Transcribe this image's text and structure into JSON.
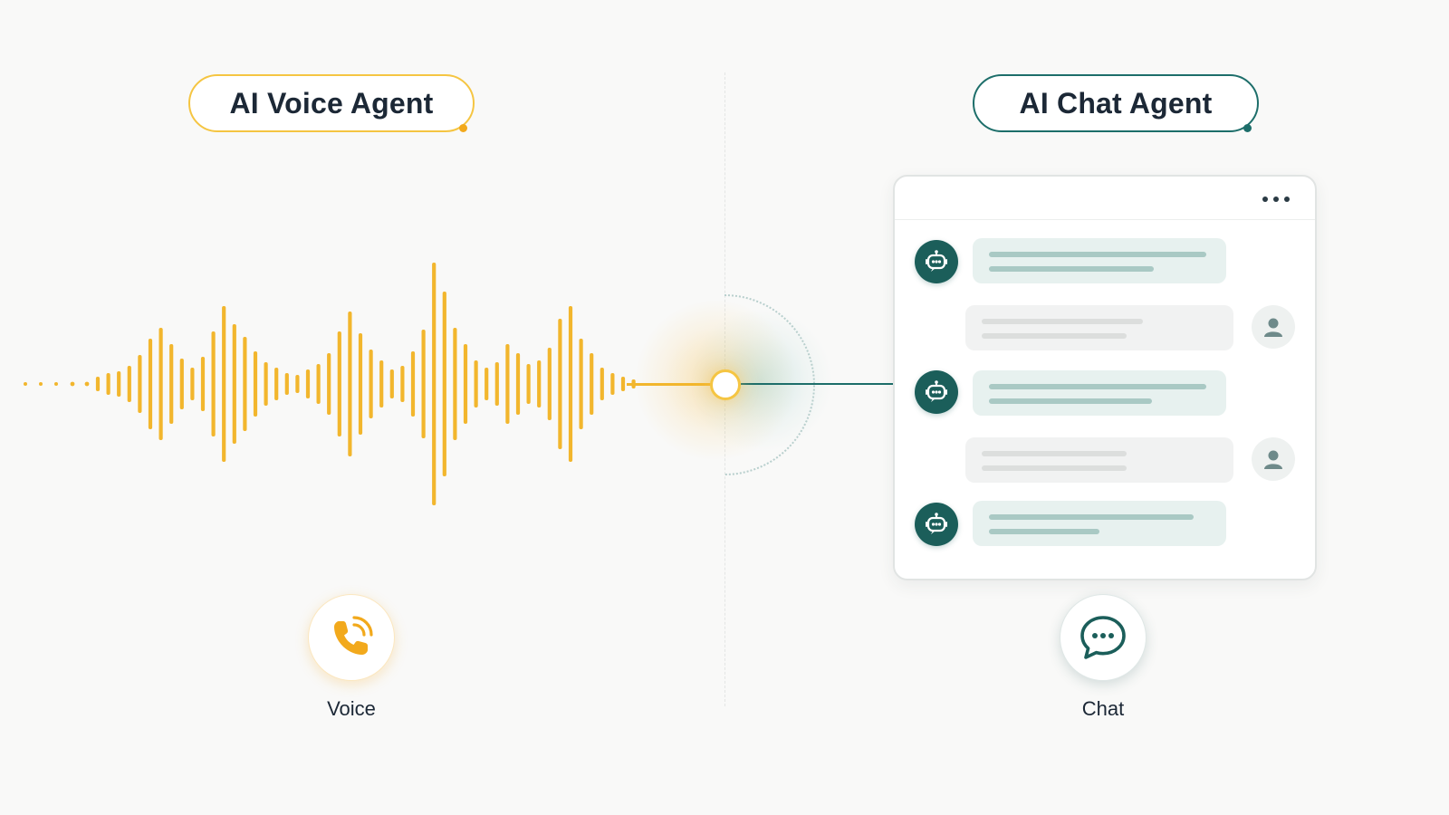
{
  "voice": {
    "title": "AI Voice Agent",
    "label": "Voice",
    "accent": "#f2b62d",
    "icon": "phone-icon"
  },
  "chat": {
    "title": "AI Chat Agent",
    "label": "Chat",
    "accent": "#1d6e6a",
    "icon": "chat-bubble-icon",
    "window": {
      "menu_icon": "more-dots-icon",
      "messages": [
        {
          "sender": "bot",
          "avatar_icon": "robot-icon"
        },
        {
          "sender": "user",
          "avatar_icon": "user-icon"
        },
        {
          "sender": "bot",
          "avatar_icon": "robot-icon"
        },
        {
          "sender": "user",
          "avatar_icon": "user-icon"
        },
        {
          "sender": "bot",
          "avatar_icon": "robot-icon"
        }
      ]
    }
  }
}
